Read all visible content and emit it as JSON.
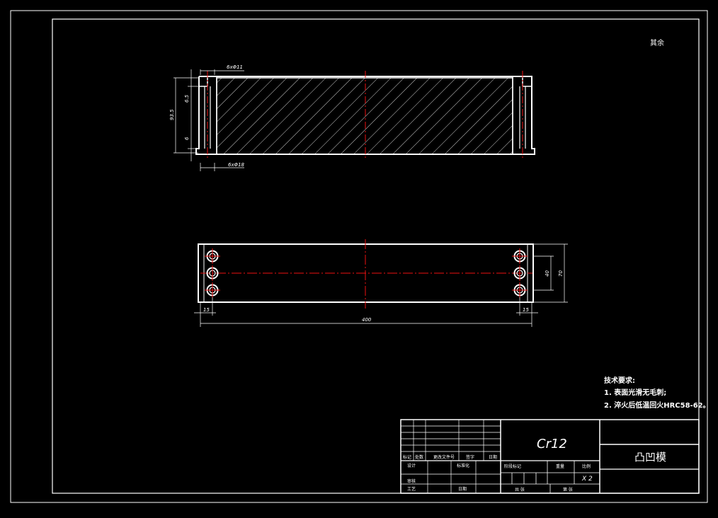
{
  "drawing": {
    "corner_note": "其余",
    "top_view": {
      "callout_top": "6xΦ11",
      "callout_bottom": "6xΦ18",
      "dim_overall_height": "93.5",
      "dim_top_step": "6.5",
      "dim_bottom_step": "6"
    },
    "plan_view": {
      "dim_length": "400",
      "dim_left_offset": "15",
      "dim_right_offset": "15",
      "dim_hole_spacing": "40",
      "dim_width": "70"
    },
    "technical_requirements": {
      "title": "技术要求:",
      "items": [
        "1. 表面光滑无毛刺;",
        "2. 淬火后低温回火HRC58-62。"
      ]
    },
    "title_block": {
      "material": "Cr12",
      "part_name": "凸凹模",
      "scale_value": "X 2",
      "labels": {
        "marks": "标记",
        "count": "处数",
        "change_doc": "更改文件号",
        "signature": "签字",
        "date": "日期",
        "designer": "设计",
        "standardize": "标准化",
        "review": "审核",
        "process": "工艺",
        "approve_date": "日期",
        "stage_mark": "阶段标记",
        "weight": "重量",
        "scale": "比例",
        "total_sheets": "共  张",
        "sheet_no": "第  张"
      }
    }
  }
}
